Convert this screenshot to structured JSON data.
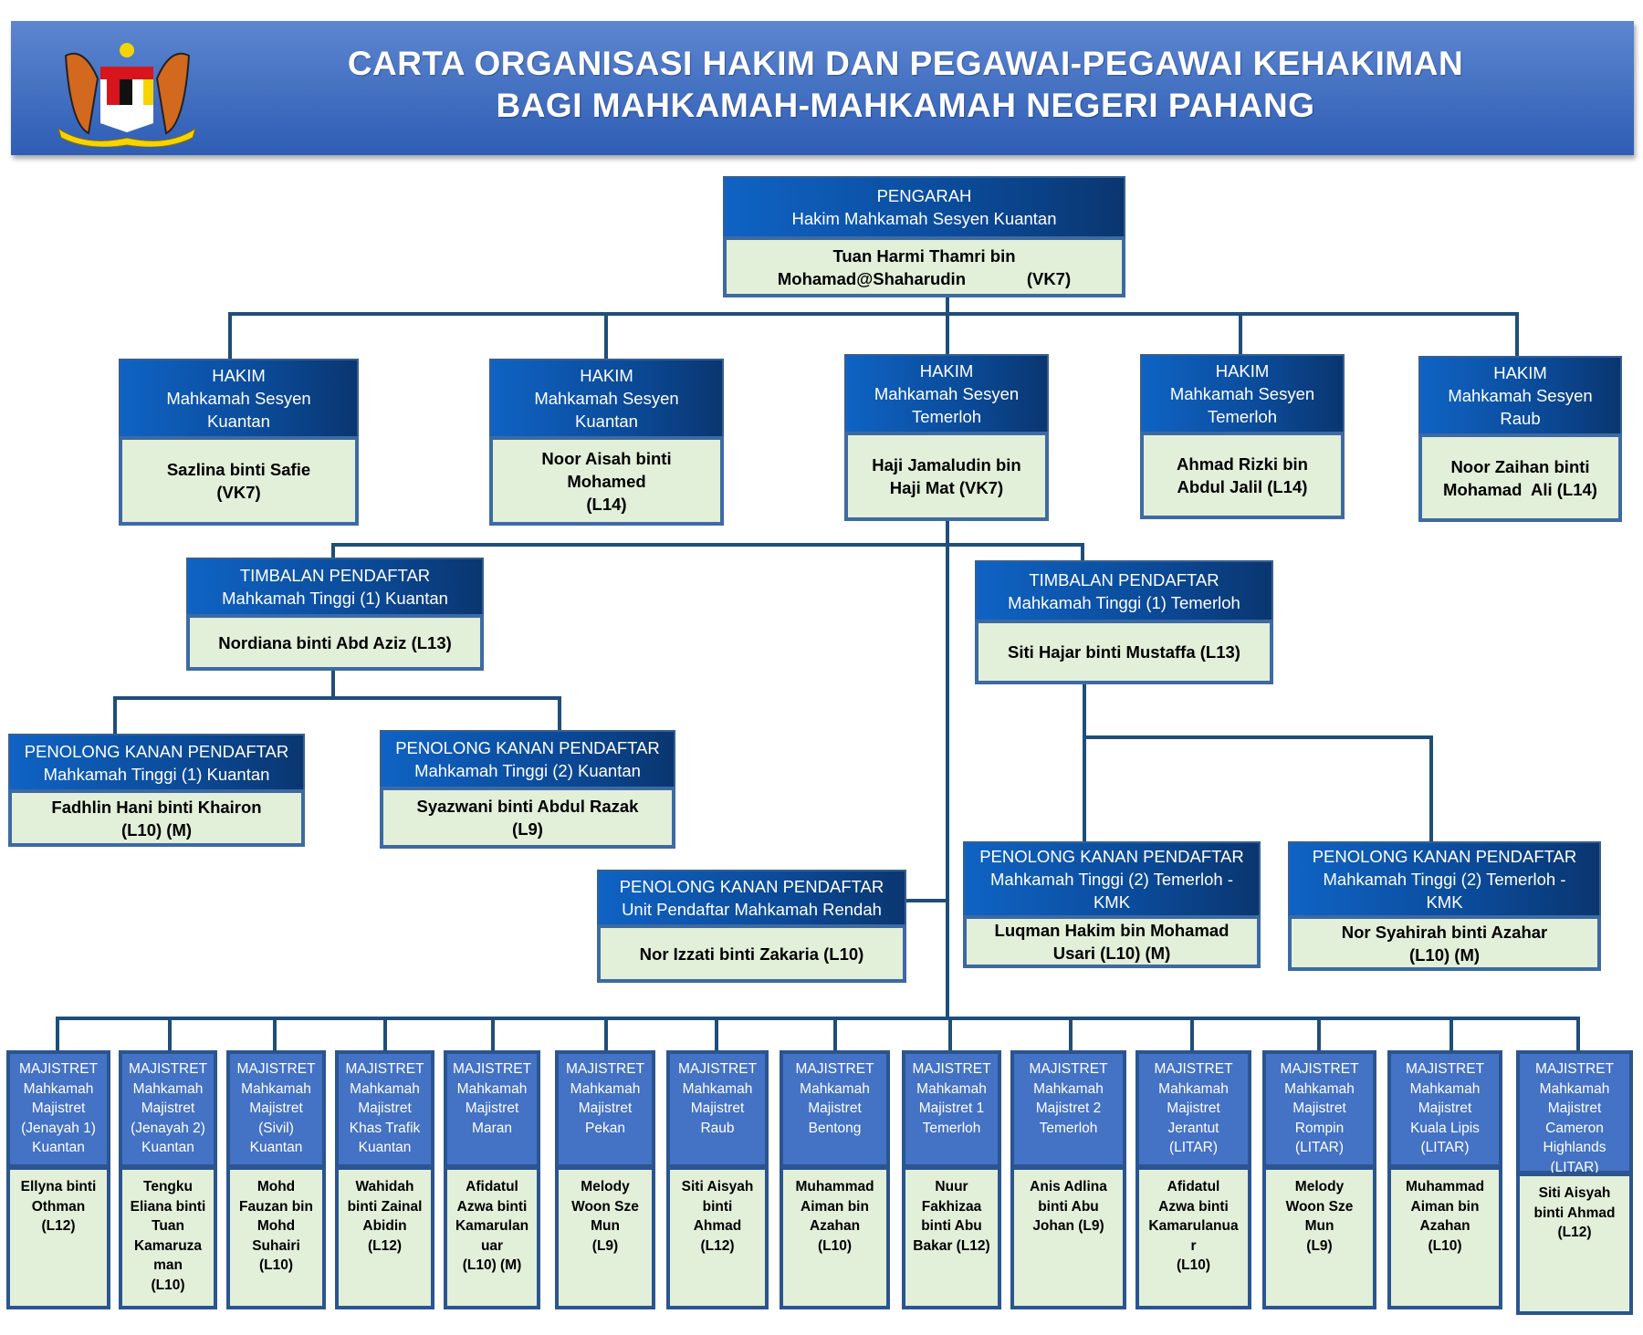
{
  "header": {
    "title_line1": "CARTA ORGANISASI HAKIM DAN PEGAWAI-PEGAWAI KEHAKIMAN",
    "title_line2": "BAGI MAHKAMAH-MAHKAMAH NEGERI PAHANG",
    "logo": "malaysia-coat-of-arms"
  },
  "colors": {
    "header_blue": "#2e5db4",
    "title_blue": "#0b4a98",
    "majistret_blue": "#4472c4",
    "name_bg": "#e2efd9",
    "line": "#1f4e79"
  },
  "pengarah": {
    "title": "PENGARAH\nHakim Mahkamah Sesyen Kuantan",
    "name": "Tuan Harmi Thamri bin\nMohamad@Shaharudin             (VK7)"
  },
  "hakim": [
    {
      "title": "HAKIM\nMahkamah Sesyen\nKuantan",
      "name": "Sazlina binti Safie\n(VK7)"
    },
    {
      "title": "HAKIM\nMahkamah Sesyen\nKuantan",
      "name": "Noor Aisah binti\nMohamed\n(L14)"
    },
    {
      "title": "HAKIM\nMahkamah Sesyen\nTemerloh",
      "name": "Haji Jamaludin bin\nHaji Mat (VK7)"
    },
    {
      "title": "HAKIM\nMahkamah Sesyen\nTemerloh",
      "name": "Ahmad Rizki bin\nAbdul Jalil (L14)"
    },
    {
      "title": "HAKIM\nMahkamah Sesyen\nRaub",
      "name": "Noor Zaihan binti\nMohamad  Ali (L14)"
    }
  ],
  "timbalan": [
    {
      "title": "TIMBALAN PENDAFTAR\nMahkamah Tinggi (1) Kuantan",
      "name": "Nordiana binti Abd Aziz (L13)"
    },
    {
      "title": "TIMBALAN PENDAFTAR\nMahkamah Tinggi (1) Temerloh",
      "name": "Siti Hajar binti Mustaffa (L13)"
    }
  ],
  "penolong": [
    {
      "title": "PENOLONG KANAN PENDAFTAR\nMahkamah Tinggi (1) Kuantan",
      "name": "Fadhlin Hani binti Khairon\n(L10) (M)"
    },
    {
      "title": "PENOLONG KANAN PENDAFTAR\nMahkamah Tinggi (2) Kuantan",
      "name": "Syazwani binti Abdul Razak\n(L9)"
    },
    {
      "title": "PENOLONG KANAN PENDAFTAR\nMahkamah  Tinggi (2) Temerloh -\nKMK",
      "name": "Luqman Hakim bin Mohamad\nUsari (L10) (M)"
    },
    {
      "title": "PENOLONG KANAN PENDAFTAR\nMahkamah  Tinggi (2) Temerloh -\nKMK",
      "name": "Nor Syahirah binti Azahar\n(L10) (M)"
    },
    {
      "title": "PENOLONG KANAN PENDAFTAR\nUnit Pendaftar Mahkamah Rendah",
      "name": "Nor Izzati binti Zakaria (L10)"
    }
  ],
  "majistret": [
    {
      "title": "MAJISTRET\nMahkamah\nMajistret\n(Jenayah 1)\nKuantan",
      "name": "Ellyna binti\nOthman\n(L12)"
    },
    {
      "title": "MAJISTRET\nMahkamah\nMajistret\n(Jenayah 2)\nKuantan",
      "name": "Tengku\nEliana binti\nTuan\nKamaruza\nman\n(L10)"
    },
    {
      "title": "MAJISTRET\nMahkamah\nMajistret\n(Sivil)\nKuantan",
      "name": "Mohd\nFauzan bin\nMohd\nSuhairi\n(L10)"
    },
    {
      "title": "MAJISTRET\nMahkamah\nMajistret\nKhas Trafik\nKuantan",
      "name": "Wahidah\nbinti Zainal\nAbidin\n(L12)"
    },
    {
      "title": "MAJISTRET\nMahkamah\nMajistret\nMaran",
      "name": "Afidatul\nAzwa binti\nKamarulan\nuar\n(L10) (M)"
    },
    {
      "title": "MAJISTRET\nMahkamah\nMajistret\nPekan",
      "name": "Melody\nWoon Sze\nMun\n(L9)"
    },
    {
      "title": "MAJISTRET\nMahkamah\nMajistret\nRaub",
      "name": "Siti Aisyah\nbinti\nAhmad\n(L12)"
    },
    {
      "title": "MAJISTRET\nMahkamah\nMajistret\nBentong",
      "name": "Muhammad\nAiman bin\nAzahan\n(L10)"
    },
    {
      "title": "MAJISTRET\nMahkamah\nMajistret 1\nTemerloh",
      "name": "Nuur\nFakhizaa\nbinti Abu\nBakar (L12)"
    },
    {
      "title": "MAJISTRET\nMahkamah\nMajistret 2\nTemerloh",
      "name": "Anis Adlina\nbinti Abu\nJohan (L9)"
    },
    {
      "title": "MAJISTRET\nMahkamah\nMajistret\nJerantut\n(LITAR)",
      "name": "Afidatul\nAzwa binti\nKamarulanua\nr\n(L10)"
    },
    {
      "title": "MAJISTRET\nMahkamah\nMajistret\nRompin\n(LITAR)",
      "name": "Melody\nWoon Sze\nMun\n(L9)"
    },
    {
      "title": "MAJISTRET\nMahkamah\nMajistret\nKuala Lipis\n(LITAR)",
      "name": "Muhammad\nAiman bin\nAzahan\n(L10)"
    },
    {
      "title": "MAJISTRET\nMahkamah\nMajistret\nCameron\nHighlands\n(LITAR)",
      "name": "Siti Aisyah\nbinti Ahmad\n(L12)"
    }
  ]
}
